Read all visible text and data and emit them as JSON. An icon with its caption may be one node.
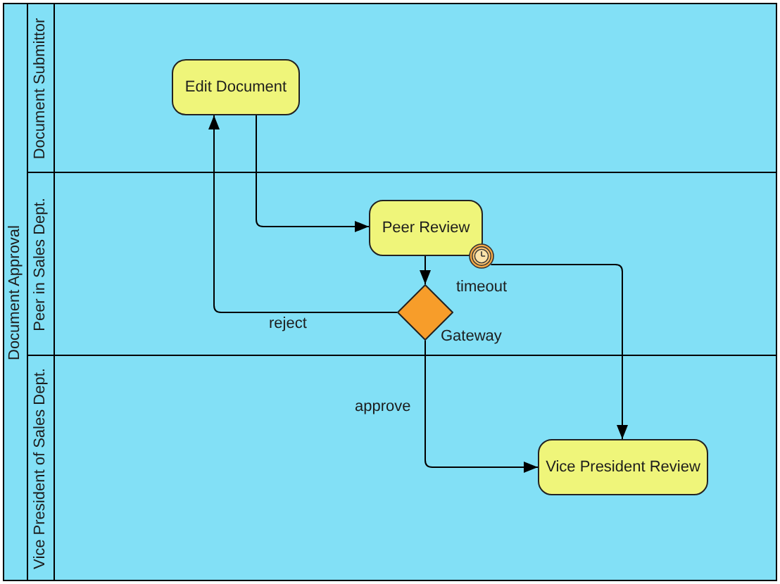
{
  "diagram": {
    "nodes": [
      {
        "text": [
          "Document Approval"
        ]
      },
      {
        "text": [
          "Document Submittor"
        ],
        "in": 0
      },
      {
        "text": [
          "Peer in Sales Dept."
        ],
        "in": 0
      },
      {
        "text": [
          "Vice President of Sales Dept."
        ],
        "in": 0
      },
      {
        "text": [
          "Edit Document"
        ],
        "in": 1
      },
      {
        "text": [
          "Peer Review"
        ],
        "in": 2
      },
      {
        "text": [],
        "shape": "circle",
        "in": 2,
        "beside": [
          "timeout"
        ]
      },
      {
        "text": [],
        "shape": "diamond",
        "in": 2,
        "beside": [
          "Gateway"
        ]
      },
      {
        "text": [
          "Vice President Review"
        ],
        "in": 3
      }
    ],
    "edges": [
      {
        "from": 4,
        "to": 5,
        "arrow": "to"
      },
      {
        "from": 5,
        "to": 7,
        "arrow": "to"
      },
      {
        "from": 7,
        "to": 4,
        "arrow": "to",
        "label": "reject"
      },
      {
        "from": 7,
        "to": 8,
        "arrow": "to",
        "label": "approve"
      },
      {
        "from": 6,
        "to": 8,
        "arrow": "to"
      }
    ]
  }
}
